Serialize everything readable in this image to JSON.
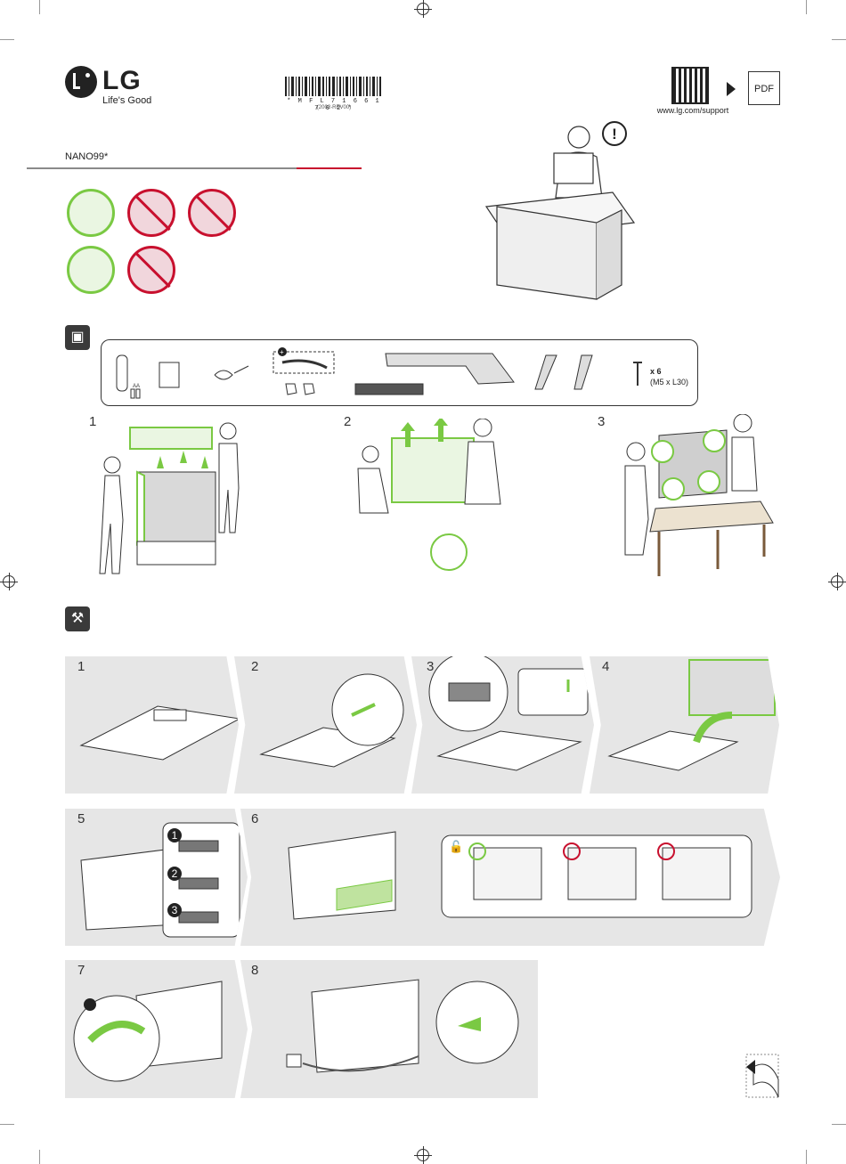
{
  "brand": {
    "name": "LG",
    "slogan": "Life's Good"
  },
  "model": "NANO99*",
  "barcode": {
    "number": "* M F L 7 1 6 6 1 7 0 2 *",
    "revision": "(2002-REV00)"
  },
  "support": {
    "url": "www.lg.com/support",
    "pdf_label": "PDF",
    "warning_symbol": "!"
  },
  "accessories": {
    "screw_count": "x 6",
    "screw_size": "(M5 x L30)",
    "battery_label": "AA"
  },
  "unpack_steps": [
    "1",
    "2",
    "3"
  ],
  "install_steps": [
    "1",
    "2",
    "3",
    "4",
    "5",
    "6",
    "7",
    "8"
  ],
  "cable_substeps": [
    "1",
    "2",
    "3"
  ],
  "colors": {
    "ok": "#7ac943",
    "no": "#c8102e",
    "panel": "#e6e6e6"
  },
  "icons": {
    "unbox_section": "box-icon",
    "install_section": "screwdriver-icon"
  }
}
